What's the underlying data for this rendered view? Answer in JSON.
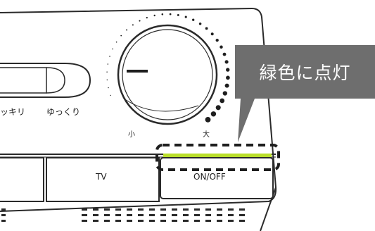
{
  "speed_labels": {
    "fast": "ッキリ",
    "slow": "ゆっくり"
  },
  "dial": {
    "min_label": "小",
    "max_label": "大"
  },
  "buttons": {
    "tv": "TV",
    "onoff": "ON/OFF"
  },
  "callout": {
    "text": "緑色に点灯"
  },
  "colors": {
    "indicator_green": "#b9de2a",
    "callout_bg": "#6e6e6e",
    "line": "#2a2a2a"
  }
}
